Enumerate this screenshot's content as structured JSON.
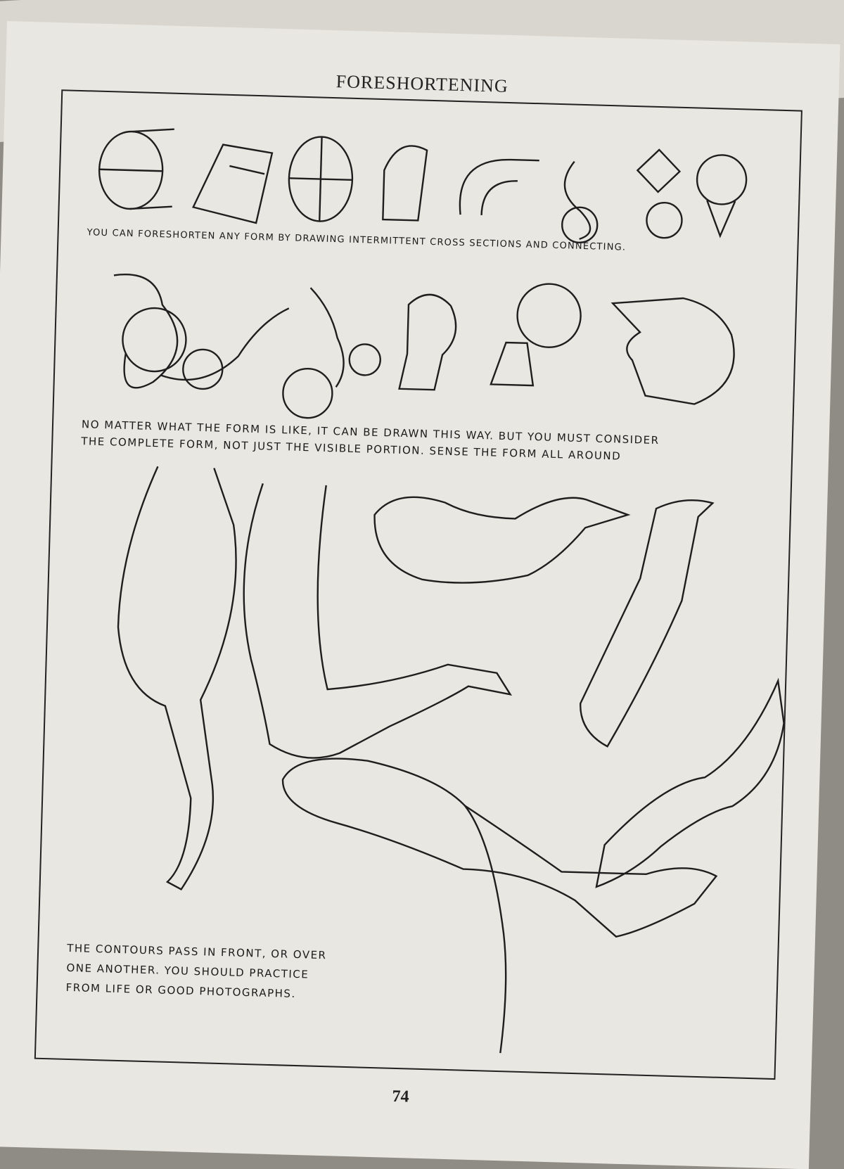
{
  "page": {
    "title": "FORESHORTENING",
    "captions": [
      "YOU CAN FORESHORTEN ANY FORM BY DRAWING INTERMITTENT CROSS SECTIONS AND CONNECTING.",
      "NO MATTER WHAT THE FORM IS LIKE, IT CAN BE DRAWN THIS WAY. BUT YOU MUST CONSIDER",
      "THE COMPLETE FORM, NOT JUST THE VISIBLE PORTION. SENSE THE FORM ALL AROUND",
      "THE CONTOURS PASS IN FRONT, OR OVER",
      "ONE ANOTHER. YOU SHOULD PRACTICE",
      "FROM LIFE OR GOOD PHOTOGRAPHS."
    ],
    "page_number": "74"
  }
}
